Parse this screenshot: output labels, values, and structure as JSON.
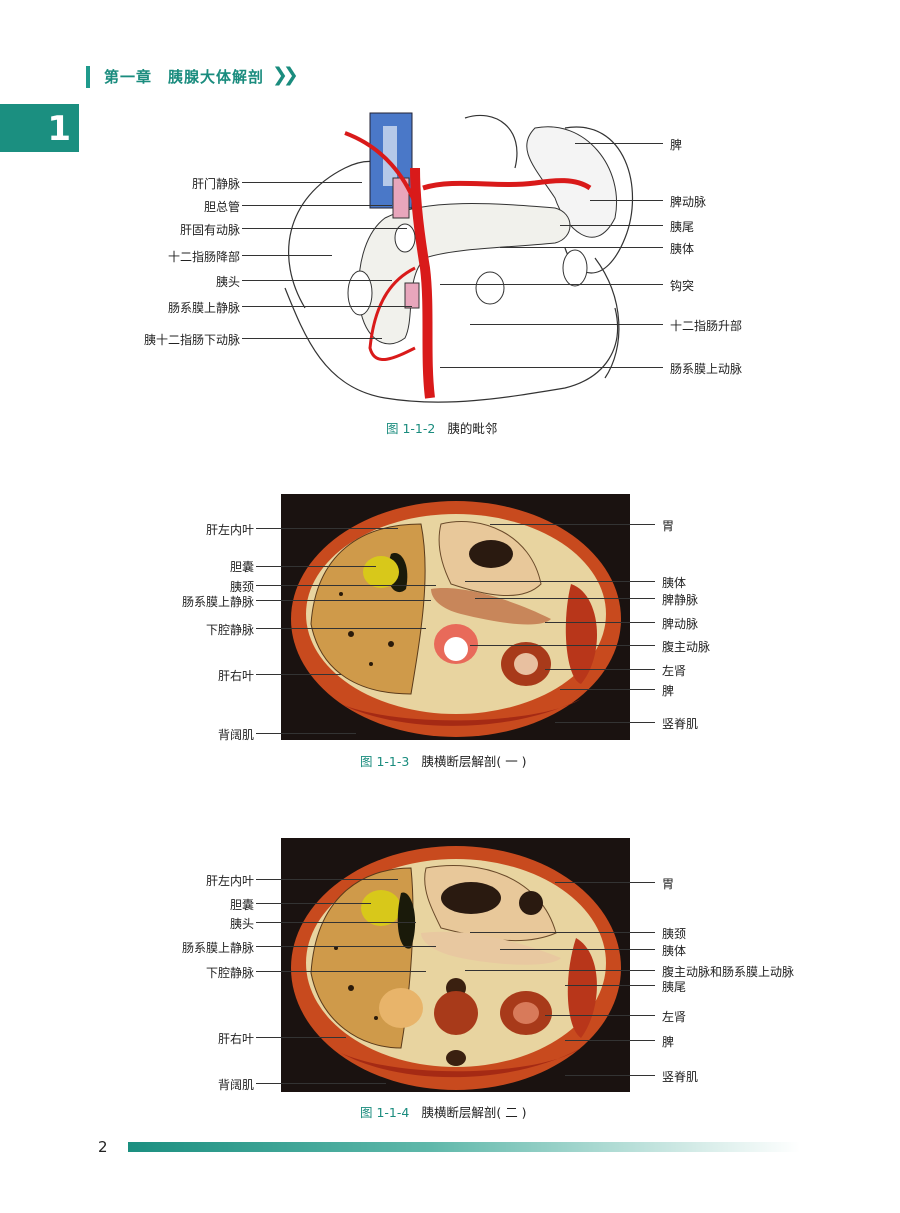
{
  "header": {
    "chapter_title": "第一章　胰腺大体解剖",
    "chevron_glyph": "❯❯",
    "chapter_number": "1",
    "accent_color": "#1b8f80"
  },
  "figures": [
    {
      "caption_number": "图 1-1-2",
      "caption_text": "胰的毗邻",
      "left_labels": [
        "肝门静脉",
        "胆总管",
        "肝固有动脉",
        "十二指肠降部",
        "胰头",
        "肠系膜上静脉",
        "胰十二指肠下动脉"
      ],
      "right_labels": [
        "脾",
        "脾动脉",
        "胰尾",
        "胰体",
        "钩突",
        "十二指肠升部",
        "肠系膜上动脉"
      ]
    },
    {
      "caption_number": "图 1-1-3",
      "caption_text": "胰横断层解剖( 一 )",
      "left_labels": [
        "肝左内叶",
        "胆囊",
        "胰颈",
        "肠系膜上静脉",
        "下腔静脉",
        "肝右叶",
        "背阔肌"
      ],
      "right_labels": [
        "胃",
        "胰体",
        "脾静脉",
        "脾动脉",
        "腹主动脉",
        "左肾",
        "脾",
        "竖脊肌"
      ]
    },
    {
      "caption_number": "图 1-1-4",
      "caption_text": "胰横断层解剖( 二 )",
      "left_labels": [
        "肝左内叶",
        "胆囊",
        "胰头",
        "肠系膜上静脉",
        "下腔静脉",
        "肝右叶",
        "背阔肌"
      ],
      "right_labels": [
        "胃",
        "胰颈",
        "胰体",
        "腹主动脉和肠系膜上动脉",
        "胰尾",
        "左肾",
        "脾",
        "竖脊肌"
      ]
    }
  ],
  "footer": {
    "page_number": "2"
  }
}
